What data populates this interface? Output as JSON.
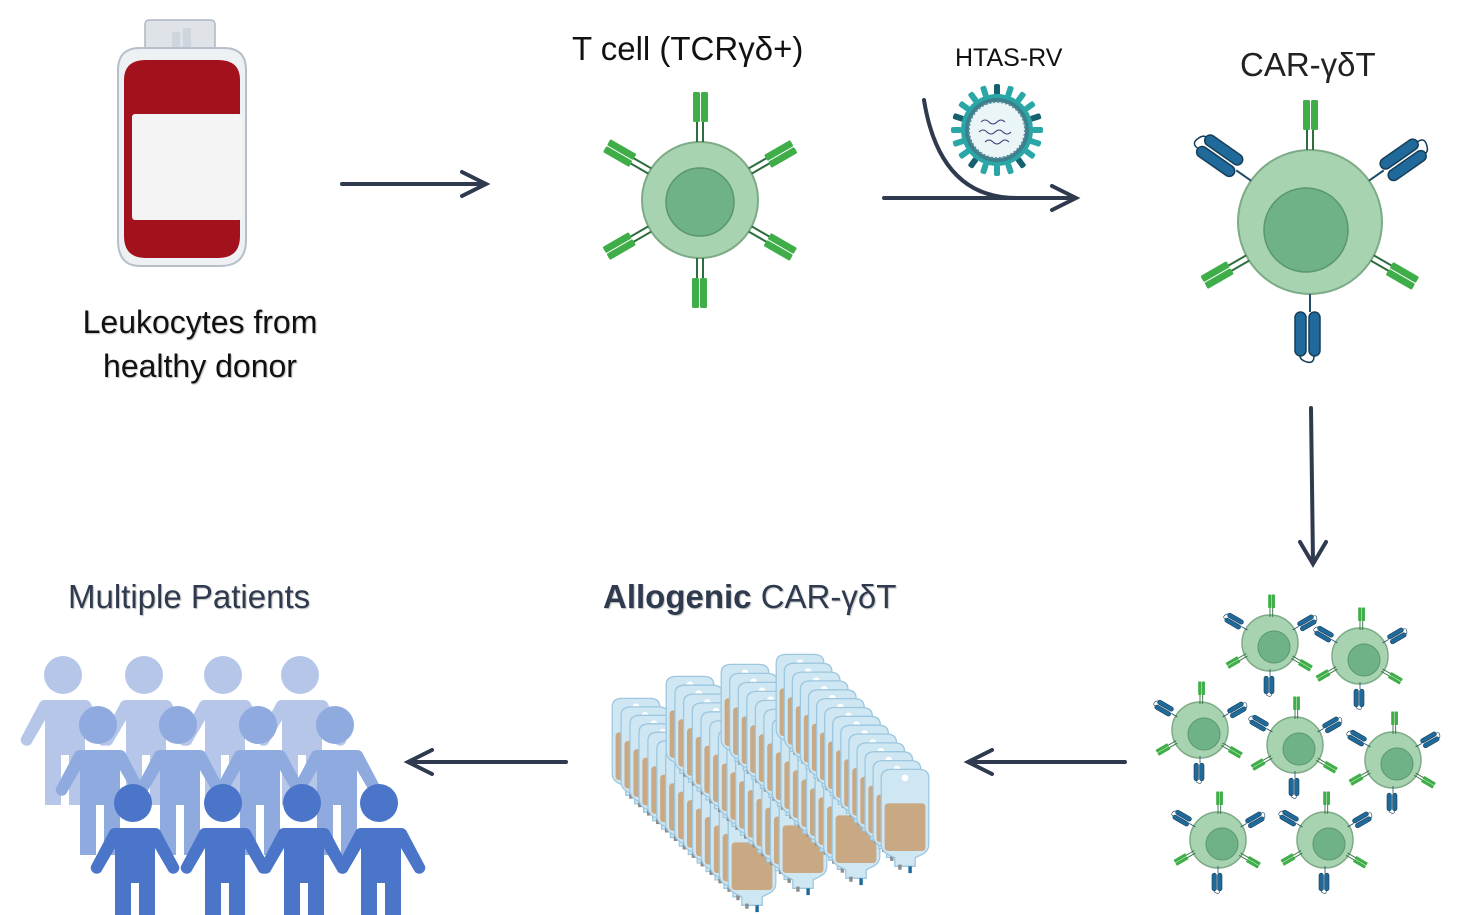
{
  "labels": {
    "donor_line1": "Leukocytes from",
    "donor_line2": "healthy donor",
    "tcell": "T cell (TCRγδ+)",
    "virus": "HTAS-RV",
    "car_cell": "CAR-γδT",
    "allogenic_bold": "Allogenic",
    "allogenic_rest": " CAR-γδT",
    "patients": "Multiple Patients"
  },
  "colors": {
    "arrow": "#2f3a4f",
    "blood": "#a3121c",
    "cell_outer": "#a8d3b0",
    "cell_inner": "#6fb288",
    "receptor_green": "#3fae49",
    "car_blue": "#1f6a9a",
    "virus_teal": "#2aa6a6",
    "bag_fluid": "#c9a884",
    "bag_plastic": "#cfe6f3",
    "person_light": "#b5c6e8",
    "person_mid": "#8eaade",
    "person_dark": "#4a75c9"
  },
  "icons": {
    "blood_bag": "blood-bag-icon",
    "t_cell": "t-cell-icon",
    "virus": "retrovirus-icon",
    "car_t_cell": "car-t-cell-icon",
    "expanded_cells": "expanded-cells-icon",
    "infusion_bags": "infusion-bags-icon",
    "patients": "people-group-icon"
  }
}
